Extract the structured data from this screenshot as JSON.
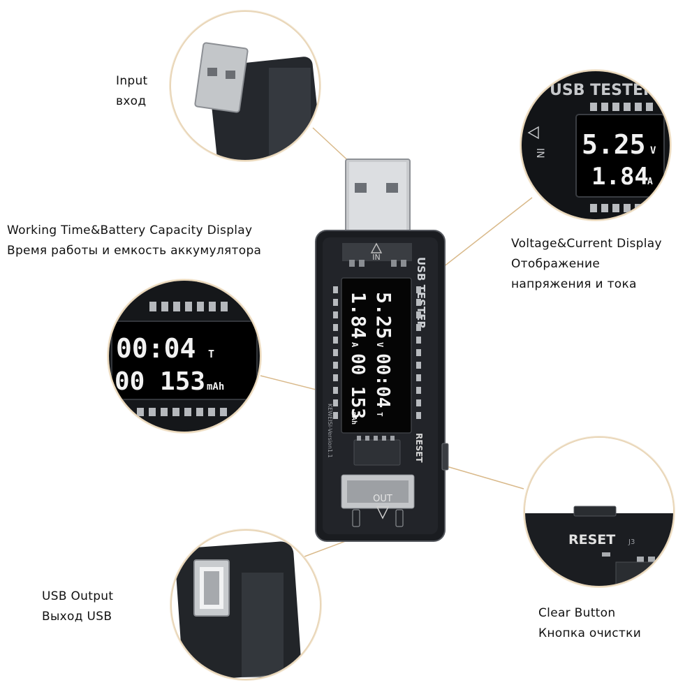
{
  "callouts": {
    "input": {
      "en": "Input",
      "ru": "вход"
    },
    "capacity": {
      "en": "Working Time&Battery Capacity Display",
      "ru": "Время работы и емкость аккумулятора"
    },
    "voltage": {
      "en": "Voltage&Current Display",
      "ru_1": "Отображение",
      "ru_2": "напряжения и тока"
    },
    "output": {
      "en": "USB Output",
      "ru": "Выход USB"
    },
    "clear": {
      "en": "Clear Button",
      "ru": "Кнопка очистки"
    }
  },
  "device": {
    "brand": "USB TESTER",
    "in_label": "IN",
    "out_label": "OUT",
    "reset_label": "RESET",
    "voltage": "5.25",
    "voltage_unit": "V",
    "current": "1.84",
    "current_unit": "A",
    "time": "00:04",
    "time_unit": "T",
    "capacity": "00 153",
    "capacity_unit": "mAh",
    "board_text": "KEWEISI-Version1.1",
    "j3_label": "J3"
  },
  "colors": {
    "leader_line": "#d9b98a",
    "circle_border": "#e9d6b8",
    "device_body": "#1a1c20",
    "lcd_text": "#f2f2f2"
  }
}
